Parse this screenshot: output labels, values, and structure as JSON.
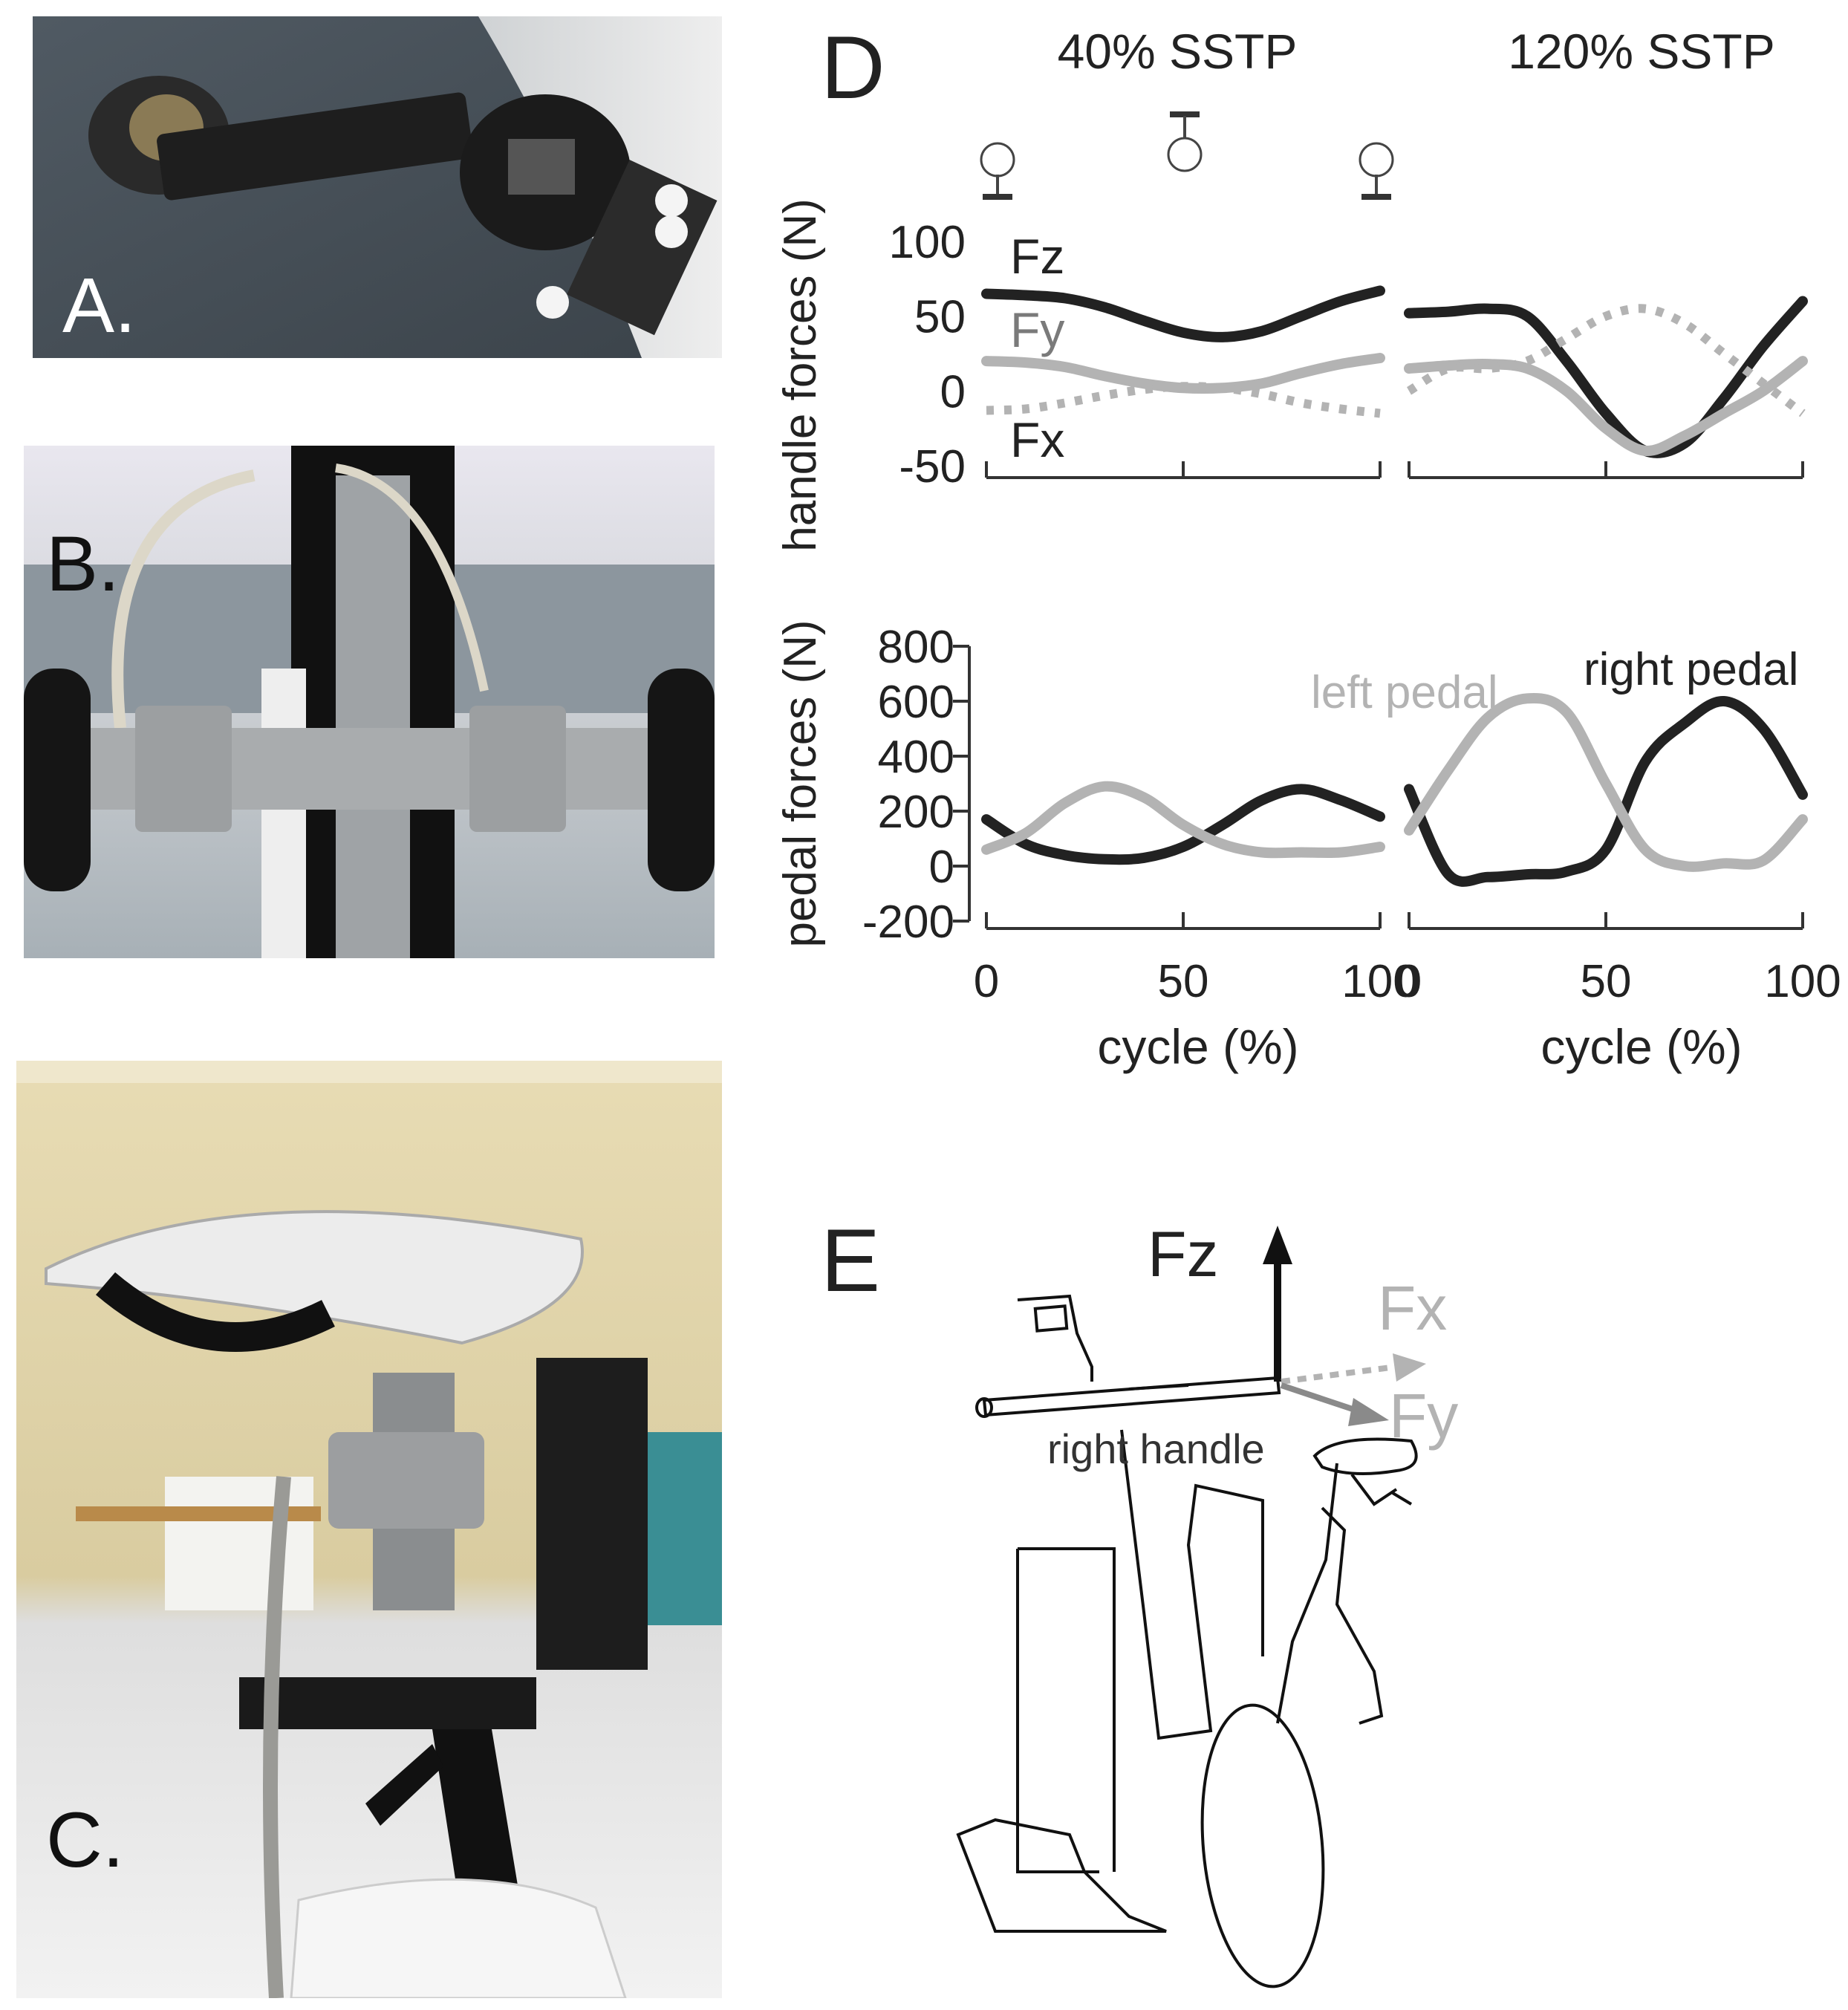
{
  "panels": {
    "a_label": "A.",
    "b_label": "B.",
    "c_label": "C.",
    "d_label": "D",
    "e_label": "E"
  },
  "colors": {
    "dark_series": "#222222",
    "light_series": "#b3b3b3",
    "axis": "#333333"
  },
  "chart_data": [
    {
      "type": "line",
      "title": "40% SSTP",
      "ylabel": "handle forces (N)",
      "xlabel": "",
      "ylim": [
        -50,
        100
      ],
      "yticks": [
        100,
        50,
        0,
        -50
      ],
      "xlim": [
        0,
        100
      ],
      "grid": false,
      "x": [
        0,
        10,
        20,
        30,
        40,
        50,
        60,
        70,
        80,
        90,
        100
      ],
      "series": [
        {
          "name": "Fz",
          "style": "dark",
          "values": [
            65,
            64,
            62,
            56,
            47,
            39,
            36,
            40,
            50,
            60,
            67
          ]
        },
        {
          "name": "Fy",
          "style": "light",
          "values": [
            20,
            19,
            16,
            10,
            5,
            2,
            2,
            5,
            12,
            18,
            22
          ]
        },
        {
          "name": "Fx",
          "style": "light-dashed",
          "values": [
            -13,
            -12,
            -8,
            -3,
            1,
            3,
            2,
            -2,
            -8,
            -12,
            -15
          ]
        }
      ]
    },
    {
      "type": "line",
      "title": "120% SSTP",
      "ylabel": "",
      "xlabel": "",
      "ylim": [
        -50,
        100
      ],
      "xlim": [
        0,
        100
      ],
      "grid": false,
      "x": [
        0,
        10,
        20,
        30,
        40,
        50,
        60,
        70,
        80,
        90,
        100
      ],
      "series": [
        {
          "name": "",
          "style": "dark",
          "values": [
            52,
            53,
            55,
            50,
            20,
            -15,
            -40,
            -35,
            -5,
            30,
            60
          ]
        },
        {
          "name": "",
          "style": "light",
          "values": [
            15,
            17,
            18,
            15,
            0,
            -25,
            -40,
            -30,
            -15,
            0,
            20
          ]
        },
        {
          "name": "",
          "style": "light-dashed",
          "values": [
            0,
            15,
            15,
            20,
            35,
            50,
            55,
            45,
            25,
            5,
            -15
          ]
        }
      ]
    },
    {
      "type": "line",
      "title": "",
      "ylabel": "pedal forces (N)",
      "xlabel": "cycle (%)",
      "ylim": [
        -200,
        800
      ],
      "yticks": [
        800,
        600,
        400,
        200,
        0,
        -200
      ],
      "xlim": [
        0,
        100
      ],
      "xticks": [
        0,
        50,
        100
      ],
      "grid": false,
      "x": [
        0,
        10,
        20,
        30,
        40,
        50,
        60,
        70,
        80,
        90,
        100
      ],
      "series": [
        {
          "name": "",
          "style": "dark",
          "values": [
            170,
            80,
            40,
            25,
            30,
            70,
            150,
            240,
            280,
            240,
            180
          ]
        },
        {
          "name": "",
          "style": "light",
          "values": [
            60,
            120,
            230,
            290,
            250,
            150,
            80,
            50,
            50,
            50,
            70
          ]
        }
      ]
    },
    {
      "type": "line",
      "title": "",
      "ylabel": "",
      "xlabel": "cycle (%)",
      "ylim": [
        -200,
        800
      ],
      "xlim": [
        0,
        100
      ],
      "xticks": [
        0,
        50,
        100
      ],
      "grid": false,
      "x": [
        0,
        10,
        20,
        30,
        40,
        50,
        60,
        70,
        80,
        90,
        100
      ],
      "series": [
        {
          "name": "right pedal",
          "style": "dark",
          "values": [
            280,
            -30,
            -40,
            -30,
            -20,
            60,
            380,
            520,
            600,
            500,
            260
          ]
        },
        {
          "name": "left pedal",
          "style": "light",
          "values": [
            130,
            350,
            540,
            610,
            560,
            300,
            60,
            0,
            10,
            20,
            170
          ]
        }
      ]
    }
  ],
  "diagram_e": {
    "fz": "Fz",
    "fx": "Fx",
    "fy": "Fy",
    "handle_label": "right handle"
  }
}
